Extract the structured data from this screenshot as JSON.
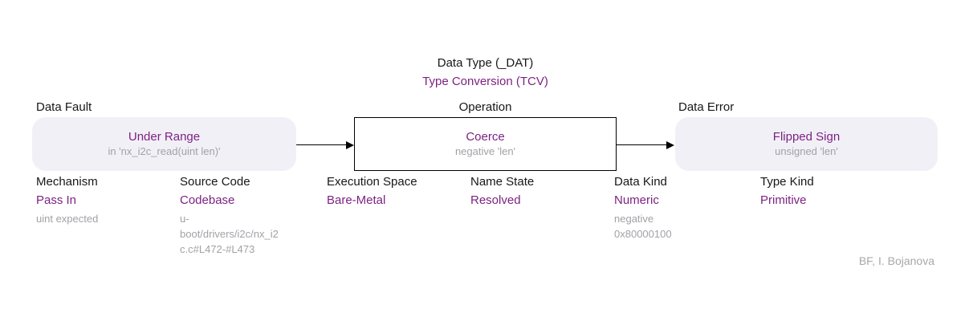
{
  "header": {
    "type_line": "Data Type (_DAT)",
    "class_line": "Type Conversion (TCV)"
  },
  "nodes": {
    "fault": {
      "section_label": "Data Fault",
      "title": "Under Range",
      "subtitle": "in 'nx_i2c_read(uint len)'"
    },
    "operation": {
      "section_label": "Operation",
      "title": "Coerce",
      "subtitle": "negative 'len'"
    },
    "error": {
      "section_label": "Data Error",
      "title": "Flipped Sign",
      "subtitle": "unsigned 'len'"
    }
  },
  "attributes": [
    {
      "name": "Mechanism",
      "value": "Pass In",
      "note": "uint expected"
    },
    {
      "name": "Source Code",
      "value": "Codebase",
      "note": "u-\nboot/drivers/i2c/nx_i2\nc.c#L472-#L473"
    },
    {
      "name": "Execution Space",
      "value": "Bare-Metal",
      "note": ""
    },
    {
      "name": "Name State",
      "value": "Resolved",
      "note": ""
    },
    {
      "name": "Data Kind",
      "value": "Numeric",
      "note": "negative\n0x80000100"
    },
    {
      "name": "Type Kind",
      "value": "Primitive",
      "note": ""
    }
  ],
  "credit": "BF, I. Bojanova",
  "colors": {
    "accent": "#7c2282",
    "muted_gray": "#a3a0a6",
    "node_background": "#f2f0f7",
    "text": "#171717"
  }
}
